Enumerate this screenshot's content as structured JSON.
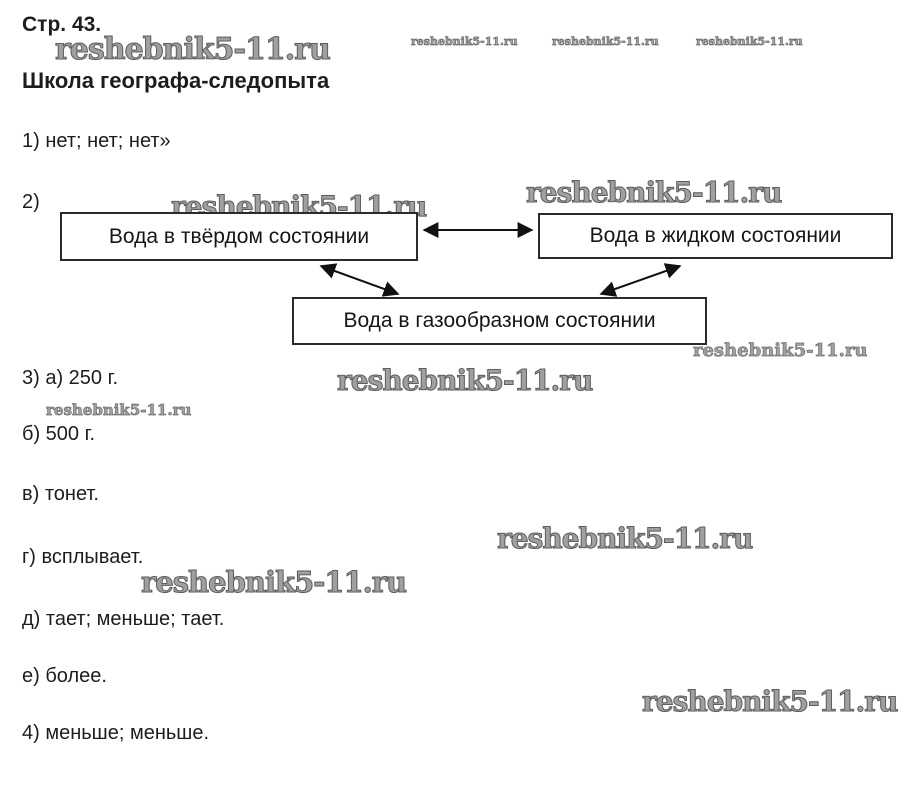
{
  "page": {
    "title": "Стр. 43.",
    "subtitle": "Школа географа-следопыта"
  },
  "watermark": {
    "text": "reshebnik5-11.ru"
  },
  "answers": [
    {
      "label": "1) нет; нет; нет»"
    },
    {
      "label": "2)"
    },
    {
      "label": "3) а) 250 г."
    },
    {
      "label": "б) 500 г."
    },
    {
      "label": "в) тонет."
    },
    {
      "label": "г) всплывает."
    },
    {
      "label": "д) тает; меньше; тает."
    },
    {
      "label": "е) более."
    },
    {
      "label": "4) меньше; меньше."
    }
  ],
  "diagram": {
    "boxes": [
      {
        "id": "solid",
        "label": "Вода в твёрдом состоянии"
      },
      {
        "id": "liquid",
        "label": "Вода в жидком состоянии"
      },
      {
        "id": "gas",
        "label": "Вода в газообразном состоянии"
      }
    ],
    "connections": [
      {
        "from": "solid",
        "to": "liquid",
        "bidirectional": true
      },
      {
        "from": "solid",
        "to": "gas",
        "bidirectional": true
      },
      {
        "from": "liquid",
        "to": "gas",
        "bidirectional": true
      }
    ]
  }
}
